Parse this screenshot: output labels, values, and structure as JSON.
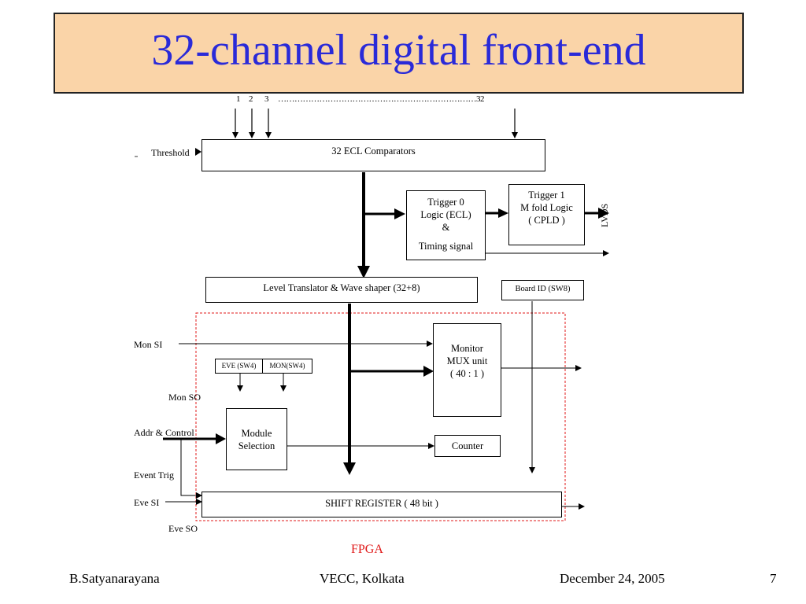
{
  "slide": {
    "title": "32-channel digital front-end",
    "page_number": "7"
  },
  "diagram": {
    "channels": {
      "c1": "1",
      "c2": "2",
      "c3": "3",
      "dots": "………………………………………………………………32"
    },
    "threshold": "Threshold",
    "comparators": "32 ECL Comparators",
    "trigger0": {
      "line1": "Trigger 0",
      "line2": "Logic (ECL)",
      "line3": "&",
      "line4": "Timing signal"
    },
    "trigger1": {
      "line1": "Trigger 1",
      "line2": "M fold Logic",
      "line3": "( CPLD )"
    },
    "lvds": "LVDS",
    "level_translator": "Level Translator & Wave shaper (32+8)",
    "board_id": "Board ID (SW8)",
    "mon_si": "Mon SI",
    "monitor_mux": {
      "line1": "Monitor",
      "line2": "MUX unit",
      "line3": "( 40 : 1 )"
    },
    "eve_sw": "EVE (SW4)",
    "mon_sw": "MON(SW4)",
    "mon_so": "Mon SO",
    "addr_control": "Addr & Control",
    "module_selection": {
      "line1": "Module",
      "line2": "Selection"
    },
    "counter": "Counter",
    "event_trig": "Event Trig",
    "eve_si": "Eve SI",
    "shift_register": "SHIFT REGISTER ( 48 bit )",
    "eve_so": "Eve SO",
    "fpga": "FPGA"
  },
  "footer": {
    "author": "B.Satyanarayana",
    "venue": "VECC, Kolkata",
    "date": "December 24, 2005"
  },
  "colors": {
    "title_bg": "#fad4a8",
    "title_text": "#2a2ad8",
    "fpga": "#e01818"
  }
}
